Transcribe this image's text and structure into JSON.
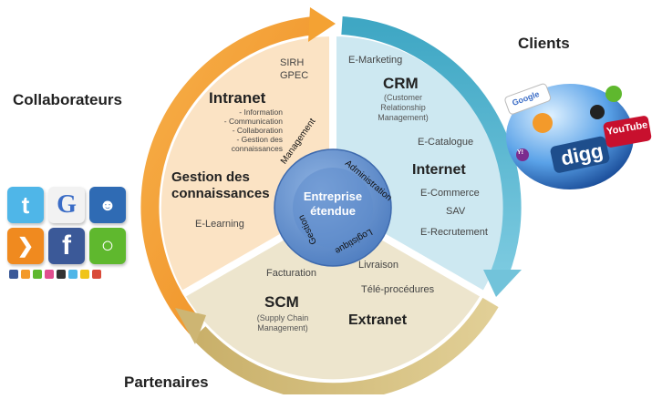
{
  "groups": {
    "collaborateurs": "Collaborateurs",
    "clients": "Clients",
    "partenaires": "Partenaires"
  },
  "center": {
    "title_line1": "Entreprise",
    "title_line2": "étendue",
    "ring": [
      "Management",
      "Administration",
      "Logistique",
      "Gestion"
    ]
  },
  "intranet_sector": {
    "top_items": [
      "SIRH",
      "GPEC"
    ],
    "title": "Intranet",
    "subitems": [
      "- Information",
      "- Communication",
      "- Collaboration",
      "- Gestion des",
      "connaissances"
    ],
    "section_line1": "Gestion des",
    "section_line2": "connaissances",
    "bottom_item": "E-Learning"
  },
  "crm_sector": {
    "top_item": "E-Marketing",
    "title": "CRM",
    "subtitle": [
      "(Customer",
      "Relationship",
      "Management)"
    ],
    "catalogue": "E-Catalogue",
    "internet_title": "Internet",
    "items": [
      "E-Commerce",
      "SAV",
      "E-Recrutement"
    ]
  },
  "scm_sector": {
    "facturation": "Facturation",
    "livraison": "Livraison",
    "teleprocedures": "Télé-procédures",
    "title": "SCM",
    "subtitle": [
      "(Supply Chain",
      "Management)"
    ],
    "extranet_title": "Extranet"
  },
  "logos": {
    "google": "G",
    "facebook": "f",
    "digg": "digg",
    "youtube": "YouTube",
    "google_small": "Google",
    "yahoo_small": "Y!"
  },
  "colors": {
    "orange": "#F39A2B",
    "blue": "#5DB8CC",
    "tan": "#D9C58C",
    "center": "#6B97D0"
  }
}
